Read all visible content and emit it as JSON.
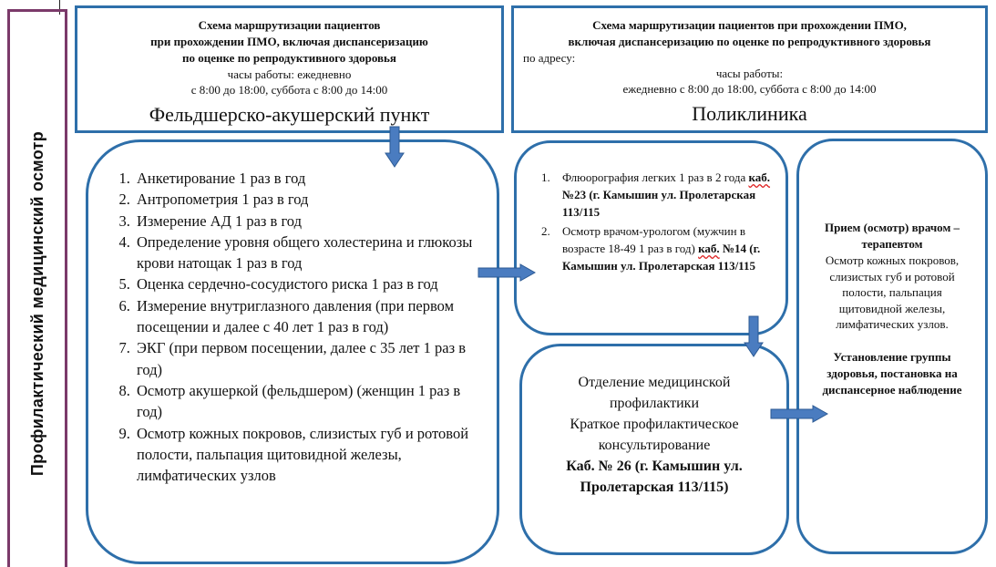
{
  "side_title": "Профилактический медицинский осмотр",
  "fap_header": {
    "title_lines": [
      "Схема маршрутизации пациентов",
      "при прохождении ПМО, включая диспансеризацию",
      "по оценке по репродуктивного здоровья"
    ],
    "hours_label": "часы работы: ежедневно",
    "hours_value": "с 8:00 до 18:00, суббота с 8:00 до 14:00",
    "place": "Фельдшерско-акушерский пункт"
  },
  "poly_header": {
    "title_lines": [
      "Схема маршрутизации пациентов при прохождении ПМО,",
      "включая диспансеризацию по оценке по репродуктивного здоровья"
    ],
    "address_label": "по адресу:",
    "hours_label": "часы работы:",
    "hours_value": "ежедневно с 8:00 до 18:00, суббота с 8:00 до 14:00",
    "place": "Поликлиника"
  },
  "fap_steps": [
    "Анкетирование 1 раз в год",
    "Антропометрия 1 раз в год",
    "Измерение АД 1 раз в год",
    "Определение уровня общего холестерина и глюкозы крови натощак 1 раз в год",
    "Оценка сердечно-сосудистого риска 1 раз в год",
    "Измерение внутриглазного давления (при первом посещении и далее с 40 лет 1 раз в год)",
    "ЭКГ (при первом посещении, далее с 35 лет 1 раз в год)",
    "Осмотр акушеркой (фельдшером) (женщин 1 раз в год)",
    "Осмотр кожных покровов, слизистых губ и ротовой полости, пальпация щитовидной железы, лимфатических узлов"
  ],
  "poly_steps": {
    "fluoro_text": "Флюорография легких 1 раз в 2 года ",
    "fluoro_kab": "каб.",
    "fluoro_loc": " №23 (г. Камышин ул. Пролетарская 113/115",
    "uro_text": "Осмотр врачом-урологом (мужчин в возрасте 18-49 1 раз в год) ",
    "uro_kab": "каб.",
    "uro_loc": " №14 (г. Камышин ул. Пролетарская 113/115"
  },
  "prevention": {
    "line1": "Отделение медицинской",
    "line2": "профилактики",
    "line3": "Краткое профилактическое",
    "line4": "консультирование",
    "line5": "Каб. № 26 (г. Камышин ул.",
    "line6": "Пролетарская 113/115)"
  },
  "therapist": {
    "title": "Прием (осмотр) врачом – терапевтом",
    "text": "Осмотр кожных покровов, слизистых губ и ротовой полости, пальпация щитовидной железы, лимфатических узлов.",
    "result": "Установление группы здоровья, постановка на диспансерное наблюдение"
  },
  "colors": {
    "border": "#2e6faa",
    "arrow": "#4a7cc0",
    "arrow_stroke": "#2c5a93",
    "strip": "#7b3a6a"
  }
}
